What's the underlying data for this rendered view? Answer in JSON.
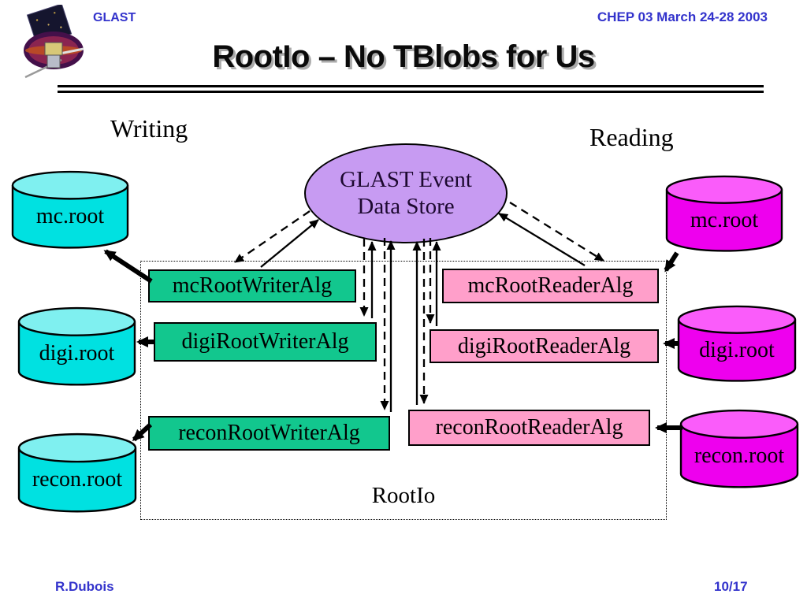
{
  "slide": {
    "header": {
      "logo": "glast-satellite-logo",
      "glast_label": "GLAST",
      "conference": "CHEP 03 March 24-28 2003",
      "title": "RootIo – No TBlobs for Us"
    },
    "diagram": {
      "writing_label": "Writing",
      "reading_label": "Reading",
      "data_store_line1": "GLAST Event",
      "data_store_line2": "Data Store",
      "rootio_label": "RootIo",
      "write_files": [
        {
          "label": "mc.root"
        },
        {
          "label": "digi.root"
        },
        {
          "label": "recon.root"
        }
      ],
      "read_files": [
        {
          "label": "mc.root"
        },
        {
          "label": "digi.root"
        },
        {
          "label": "recon.root"
        }
      ],
      "writer_algs": [
        {
          "label": "mcRootWriterAlg"
        },
        {
          "label": "digiRootWriterAlg"
        },
        {
          "label": "reconRootWriterAlg"
        }
      ],
      "reader_algs": [
        {
          "label": "mcRootReaderAlg"
        },
        {
          "label": "digiRootReaderAlg"
        },
        {
          "label": "reconRootReaderAlg"
        }
      ]
    },
    "footer": {
      "author": "R.Dubois",
      "page_number": "10/17"
    },
    "colors": {
      "header_text": "#3333CC",
      "write_cylinder_body": "#00E1E1",
      "write_cylinder_top": "#7FF0F0",
      "read_cylinder_body": "#EE00EE",
      "read_cylinder_top": "#FA5CFA",
      "writer_box": "#12C78E",
      "reader_box": "#FF9FCA",
      "data_store_fill": "#C79BF2"
    }
  }
}
